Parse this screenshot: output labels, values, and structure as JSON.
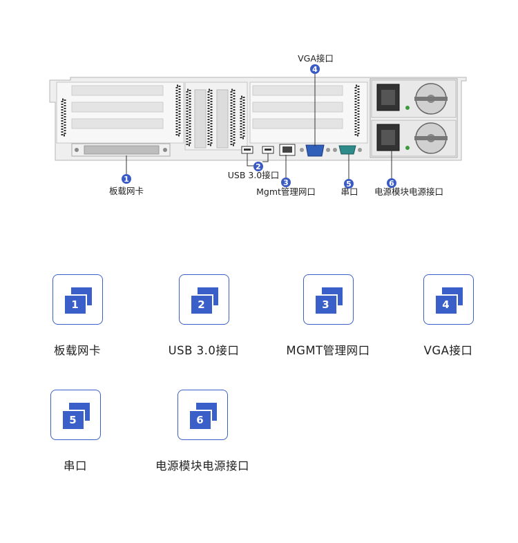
{
  "callouts": [
    {
      "num": "1",
      "label": "板载网卡"
    },
    {
      "num": "2",
      "label": "USB 3.0接口"
    },
    {
      "num": "3",
      "label": "Mgmt管理网口"
    },
    {
      "num": "4",
      "label": "VGA接口"
    },
    {
      "num": "5",
      "label": "串口"
    },
    {
      "num": "6",
      "label": "电源模块电源接口"
    }
  ],
  "legend": [
    {
      "num": "1",
      "label": "板载网卡"
    },
    {
      "num": "2",
      "label": "USB 3.0接口"
    },
    {
      "num": "3",
      "label": "MGMT管理网口"
    },
    {
      "num": "4",
      "label": "VGA接口"
    },
    {
      "num": "5",
      "label": "串口"
    },
    {
      "num": "6",
      "label": "电源模块电源接口"
    }
  ],
  "colors": {
    "accent": "#3a5fc8",
    "callout": "#3b5bc4",
    "chassis": "#e8e8e8",
    "vga": "#2f5fb8",
    "serial": "#2f8a8a"
  }
}
